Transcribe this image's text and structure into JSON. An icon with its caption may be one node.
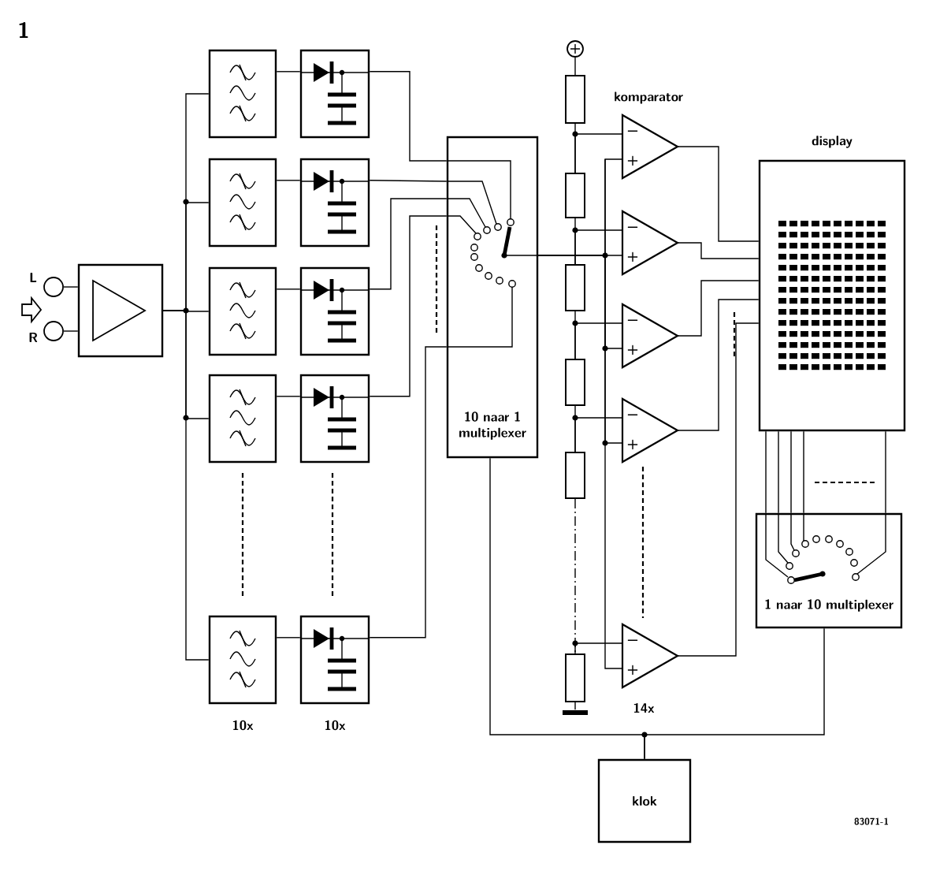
{
  "diagram": {
    "nodes": [
      {
        "text": [],
        "shape": "circle",
        "beside": [
          "L"
        ]
      },
      {
        "text": [],
        "shape": "circle",
        "beside": [
          "R"
        ]
      },
      {
        "text": [],
        "shape": "box"
      },
      {
        "text": [],
        "shape": "box"
      },
      {
        "text": [],
        "shape": "box"
      },
      {
        "text": [],
        "shape": "box"
      },
      {
        "text": [],
        "shape": "box"
      },
      {
        "text": [],
        "shape": "box",
        "beside": [
          "10x"
        ]
      },
      {
        "text": [],
        "shape": "box"
      },
      {
        "text": [],
        "shape": "box"
      },
      {
        "text": [],
        "shape": "box"
      },
      {
        "text": [],
        "shape": "box"
      },
      {
        "text": [],
        "shape": "box",
        "beside": [
          "10x"
        ]
      },
      {
        "text": [
          "10 naar 1 multiplexer"
        ]
      },
      {
        "text": [
          "−",
          "+"
        ],
        "beside": [
          "komparator"
        ]
      },
      {
        "text": [
          "−",
          "+"
        ]
      },
      {
        "text": [
          "−",
          "+"
        ]
      },
      {
        "text": [
          "−",
          "+"
        ]
      },
      {
        "text": [
          "−",
          "+"
        ],
        "beside": [
          "14x"
        ]
      },
      {
        "text": [
          "display"
        ]
      },
      {
        "text": [
          "1 naar 10 multiplexer"
        ]
      },
      {
        "text": [
          "klok"
        ]
      },
      {
        "text": [],
        "shape": "circle"
      },
      {
        "text": [],
        "shape": "box"
      },
      {
        "text": [],
        "shape": "box"
      },
      {
        "text": [],
        "shape": "box"
      },
      {
        "text": [],
        "shape": "box"
      },
      {
        "text": [],
        "shape": "box"
      },
      {
        "text": [],
        "shape": "box"
      },
      {
        "text": [],
        "shape": "bar"
      }
    ],
    "edges": [
      {
        "from": 0,
        "to": 2,
        "arrow": "none"
      },
      {
        "from": 1,
        "to": 2,
        "arrow": "none"
      },
      {
        "from": 2,
        "to": 3,
        "arrow": "none"
      },
      {
        "from": 2,
        "to": 4,
        "arrow": "none"
      },
      {
        "from": 2,
        "to": 5,
        "arrow": "none"
      },
      {
        "from": 2,
        "to": 6,
        "arrow": "none"
      },
      {
        "from": 2,
        "to": 7,
        "arrow": "none"
      },
      {
        "from": 3,
        "to": 8,
        "arrow": "none"
      },
      {
        "from": 4,
        "to": 9,
        "arrow": "none"
      },
      {
        "from": 5,
        "to": 10,
        "arrow": "none"
      },
      {
        "from": 6,
        "to": 11,
        "arrow": "none"
      },
      {
        "from": 7,
        "to": 12,
        "arrow": "none"
      },
      {
        "from": 8,
        "to": 13,
        "arrow": "none"
      },
      {
        "from": 9,
        "to": 13,
        "arrow": "none"
      },
      {
        "from": 10,
        "to": 13,
        "arrow": "none"
      },
      {
        "from": 11,
        "to": 13,
        "arrow": "none"
      },
      {
        "from": 12,
        "to": 13,
        "arrow": "none"
      },
      {
        "from": 13,
        "to": 14,
        "arrow": "none"
      },
      {
        "from": 13,
        "to": 15,
        "arrow": "none"
      },
      {
        "from": 13,
        "to": 16,
        "arrow": "none"
      },
      {
        "from": 13,
        "to": 17,
        "arrow": "none"
      },
      {
        "from": 13,
        "to": 18,
        "arrow": "none"
      },
      {
        "from": 14,
        "to": 19,
        "arrow": "none"
      },
      {
        "from": 15,
        "to": 19,
        "arrow": "none"
      },
      {
        "from": 16,
        "to": 19,
        "arrow": "none"
      },
      {
        "from": 17,
        "to": 19,
        "arrow": "none"
      },
      {
        "from": 18,
        "to": 19,
        "arrow": "none"
      },
      {
        "from": 19,
        "to": 20,
        "arrow": "none"
      },
      {
        "from": 19,
        "to": 20,
        "arrow": "none"
      },
      {
        "from": 19,
        "to": 20,
        "arrow": "none"
      },
      {
        "from": 19,
        "to": 20,
        "arrow": "none"
      },
      {
        "from": 19,
        "to": 20,
        "arrow": "none"
      },
      {
        "from": 21,
        "to": 13,
        "arrow": "none"
      },
      {
        "from": 21,
        "to": 20,
        "arrow": "none"
      },
      {
        "from": 22,
        "to": 23,
        "arrow": "none"
      },
      {
        "from": 23,
        "to": 24,
        "arrow": "none"
      },
      {
        "from": 24,
        "to": 25,
        "arrow": "none"
      },
      {
        "from": 25,
        "to": 26,
        "arrow": "none"
      },
      {
        "from": 26,
        "to": 27,
        "arrow": "none"
      },
      {
        "from": 27,
        "to": 28,
        "arrow": "none",
        "style": "dashed"
      },
      {
        "from": 28,
        "to": 29,
        "arrow": "none"
      },
      {
        "from": 24,
        "to": 14,
        "arrow": "none"
      },
      {
        "from": 25,
        "to": 15,
        "arrow": "none"
      },
      {
        "from": 26,
        "to": 16,
        "arrow": "none"
      },
      {
        "from": 27,
        "to": 17,
        "arrow": "none"
      },
      {
        "from": 28,
        "to": 18,
        "arrow": "none"
      }
    ],
    "labels": [
      "1",
      "83071-1"
    ]
  }
}
